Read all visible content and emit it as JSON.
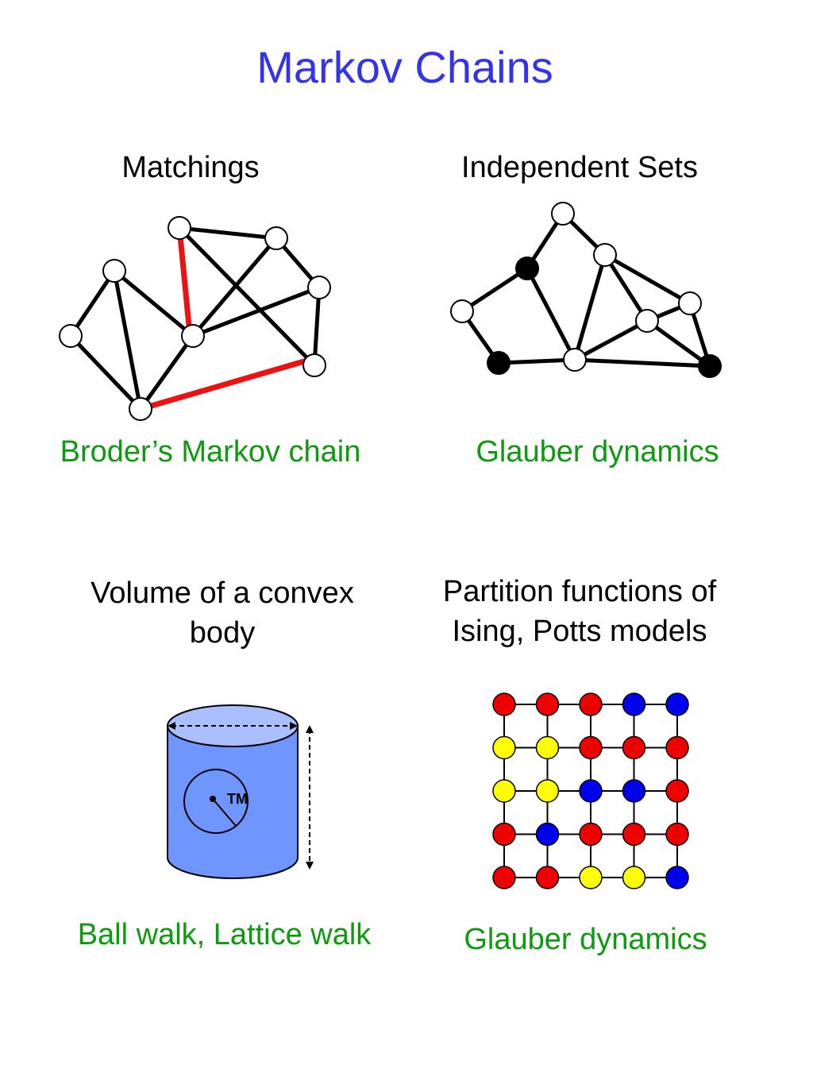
{
  "title": "Markov Chains",
  "panels": {
    "matchings": {
      "heading": "Matchings",
      "method": "Broder’s Markov chain"
    },
    "independent_sets": {
      "heading": "Independent Sets",
      "method": "Glauber dynamics"
    },
    "volume": {
      "heading_line1": "Volume of a convex",
      "heading_line2": "body",
      "method": "Ball walk, Lattice walk",
      "ball_label": "TM"
    },
    "partition": {
      "heading_line1": "Partition functions of",
      "heading_line2": "Ising, Potts models",
      "method": "Glauber dynamics"
    }
  },
  "colors": {
    "title": "#3333ee",
    "method_text": "#0e9a0e",
    "matching_edge": "#ee1111",
    "cylinder_body": "#6f95ff",
    "cylinder_top": "#a9bfff",
    "spin_red": "#ee0000",
    "spin_yellow": "#ffff00",
    "spin_blue": "#0000ee"
  },
  "spin_grid": [
    [
      "red",
      "red",
      "red",
      "blue",
      "blue"
    ],
    [
      "yellow",
      "yellow",
      "red",
      "red",
      "red"
    ],
    [
      "yellow",
      "yellow",
      "blue",
      "blue",
      "red"
    ],
    [
      "red",
      "blue",
      "red",
      "red",
      "red"
    ],
    [
      "red",
      "red",
      "yellow",
      "yellow",
      "blue"
    ]
  ]
}
